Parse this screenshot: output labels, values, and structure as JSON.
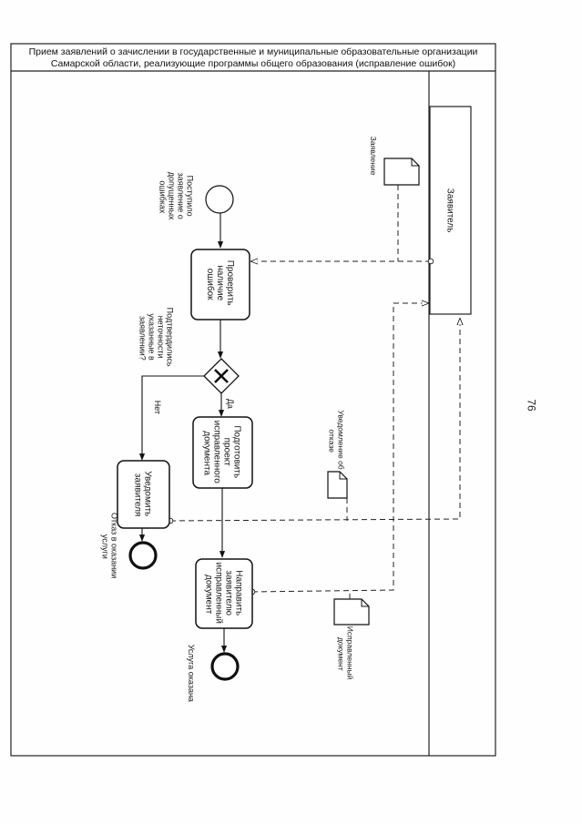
{
  "header": {
    "line1": "Прием заявлений о зачислении в государственные и муниципальные образовательные организации",
    "line2": "Самарской области, реализующие программы общего образования (исправление ошибок)"
  },
  "page_number": "76",
  "pool": {
    "lane_label": "Заявитель"
  },
  "events": {
    "start": [
      "Поступило",
      "заявление о",
      "допущенных",
      "ошибках"
    ],
    "end_refusal": [
      "Отказ в оказании",
      "услуги"
    ],
    "end_success": [
      "Услуга оказана"
    ]
  },
  "tasks": {
    "check": [
      "Проверить",
      "наличие",
      "ошибок"
    ],
    "prepare": [
      "Подготовить",
      "проект",
      "исправленного",
      "документа"
    ],
    "notify": [
      "Уведомить",
      "заявителя"
    ],
    "send": [
      "Направить",
      "заявителю",
      "исправленный",
      "документ"
    ]
  },
  "gateway": {
    "question": [
      "Подтвердились",
      "неточности",
      "указанные в",
      "заявлении?"
    ],
    "yes": "Да",
    "no": "Нет"
  },
  "documents": {
    "application": [
      "Заявление"
    ],
    "refusal_notice": [
      "Уведомление об",
      "отказе"
    ],
    "corrected_doc": [
      "Исправленный",
      "документ"
    ]
  }
}
